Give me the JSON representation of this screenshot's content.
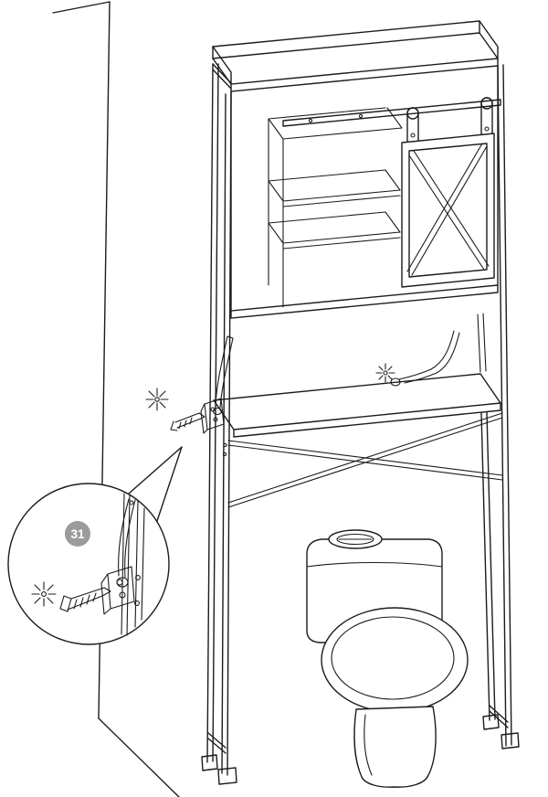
{
  "figure": {
    "callout_number": "31"
  },
  "icons": {
    "drill_point_marker": "sparkle-burst",
    "step_badge": "numbered-circle"
  },
  "colors": {
    "line": "#1c1c1c",
    "badge_fill": "#9b9b9b",
    "badge_text": "#ffffff",
    "background": "#ffffff"
  }
}
